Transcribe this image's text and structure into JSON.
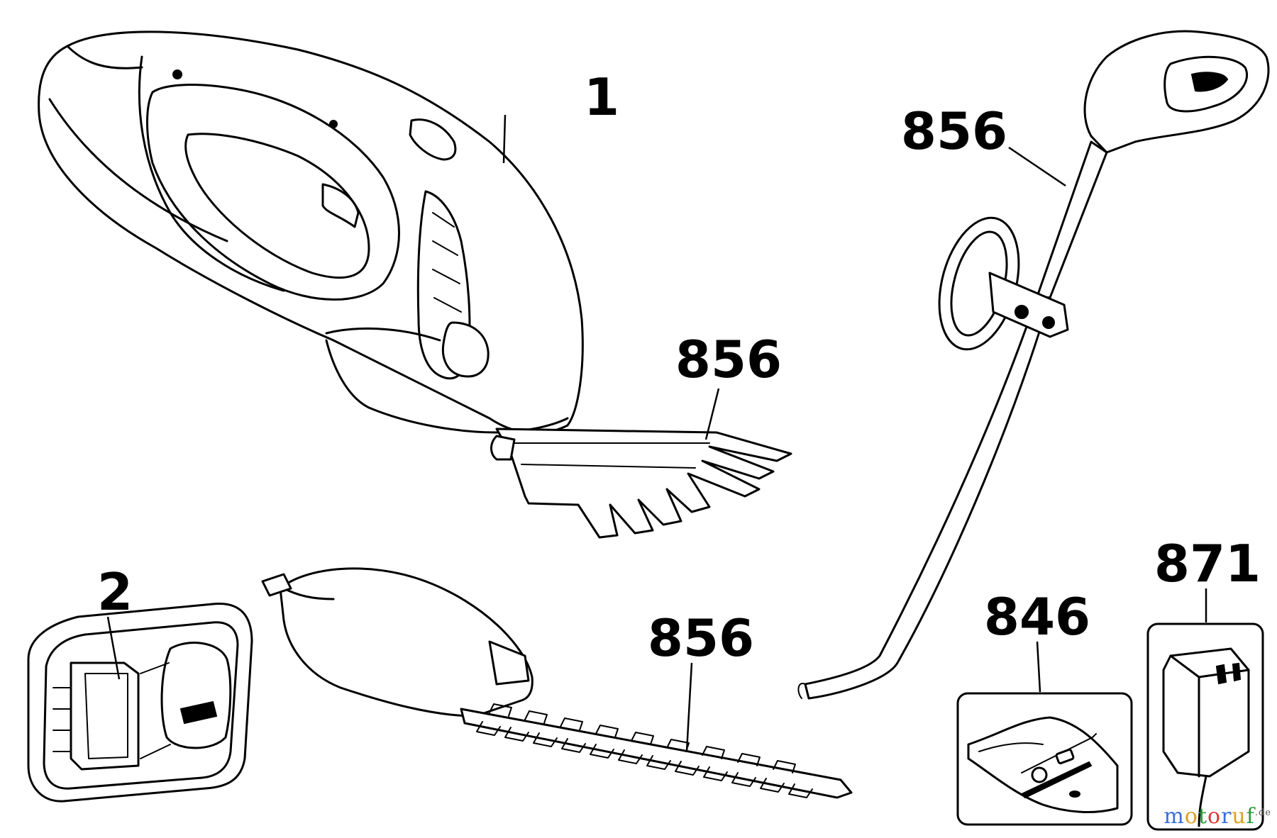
{
  "parts": [
    {
      "id": "shear-body",
      "label": "1"
    },
    {
      "id": "shrub-blade",
      "label": "856"
    },
    {
      "id": "extension-pole",
      "label": "856"
    },
    {
      "id": "wall-mount",
      "label": "2"
    },
    {
      "id": "hedge-blade",
      "label": "856"
    },
    {
      "id": "hardware-bag",
      "label": "846"
    },
    {
      "id": "charger",
      "label": "871"
    }
  ],
  "watermark": {
    "letters": [
      "m",
      "o",
      "t",
      "o",
      "r",
      "u",
      "f"
    ],
    "colors": [
      "#3a6fd8",
      "#e0a020",
      "#2a9a3a",
      "#d83a3a",
      "#3a6fd8",
      "#e0a020",
      "#2a9a3a"
    ],
    "suffix": ".de"
  }
}
